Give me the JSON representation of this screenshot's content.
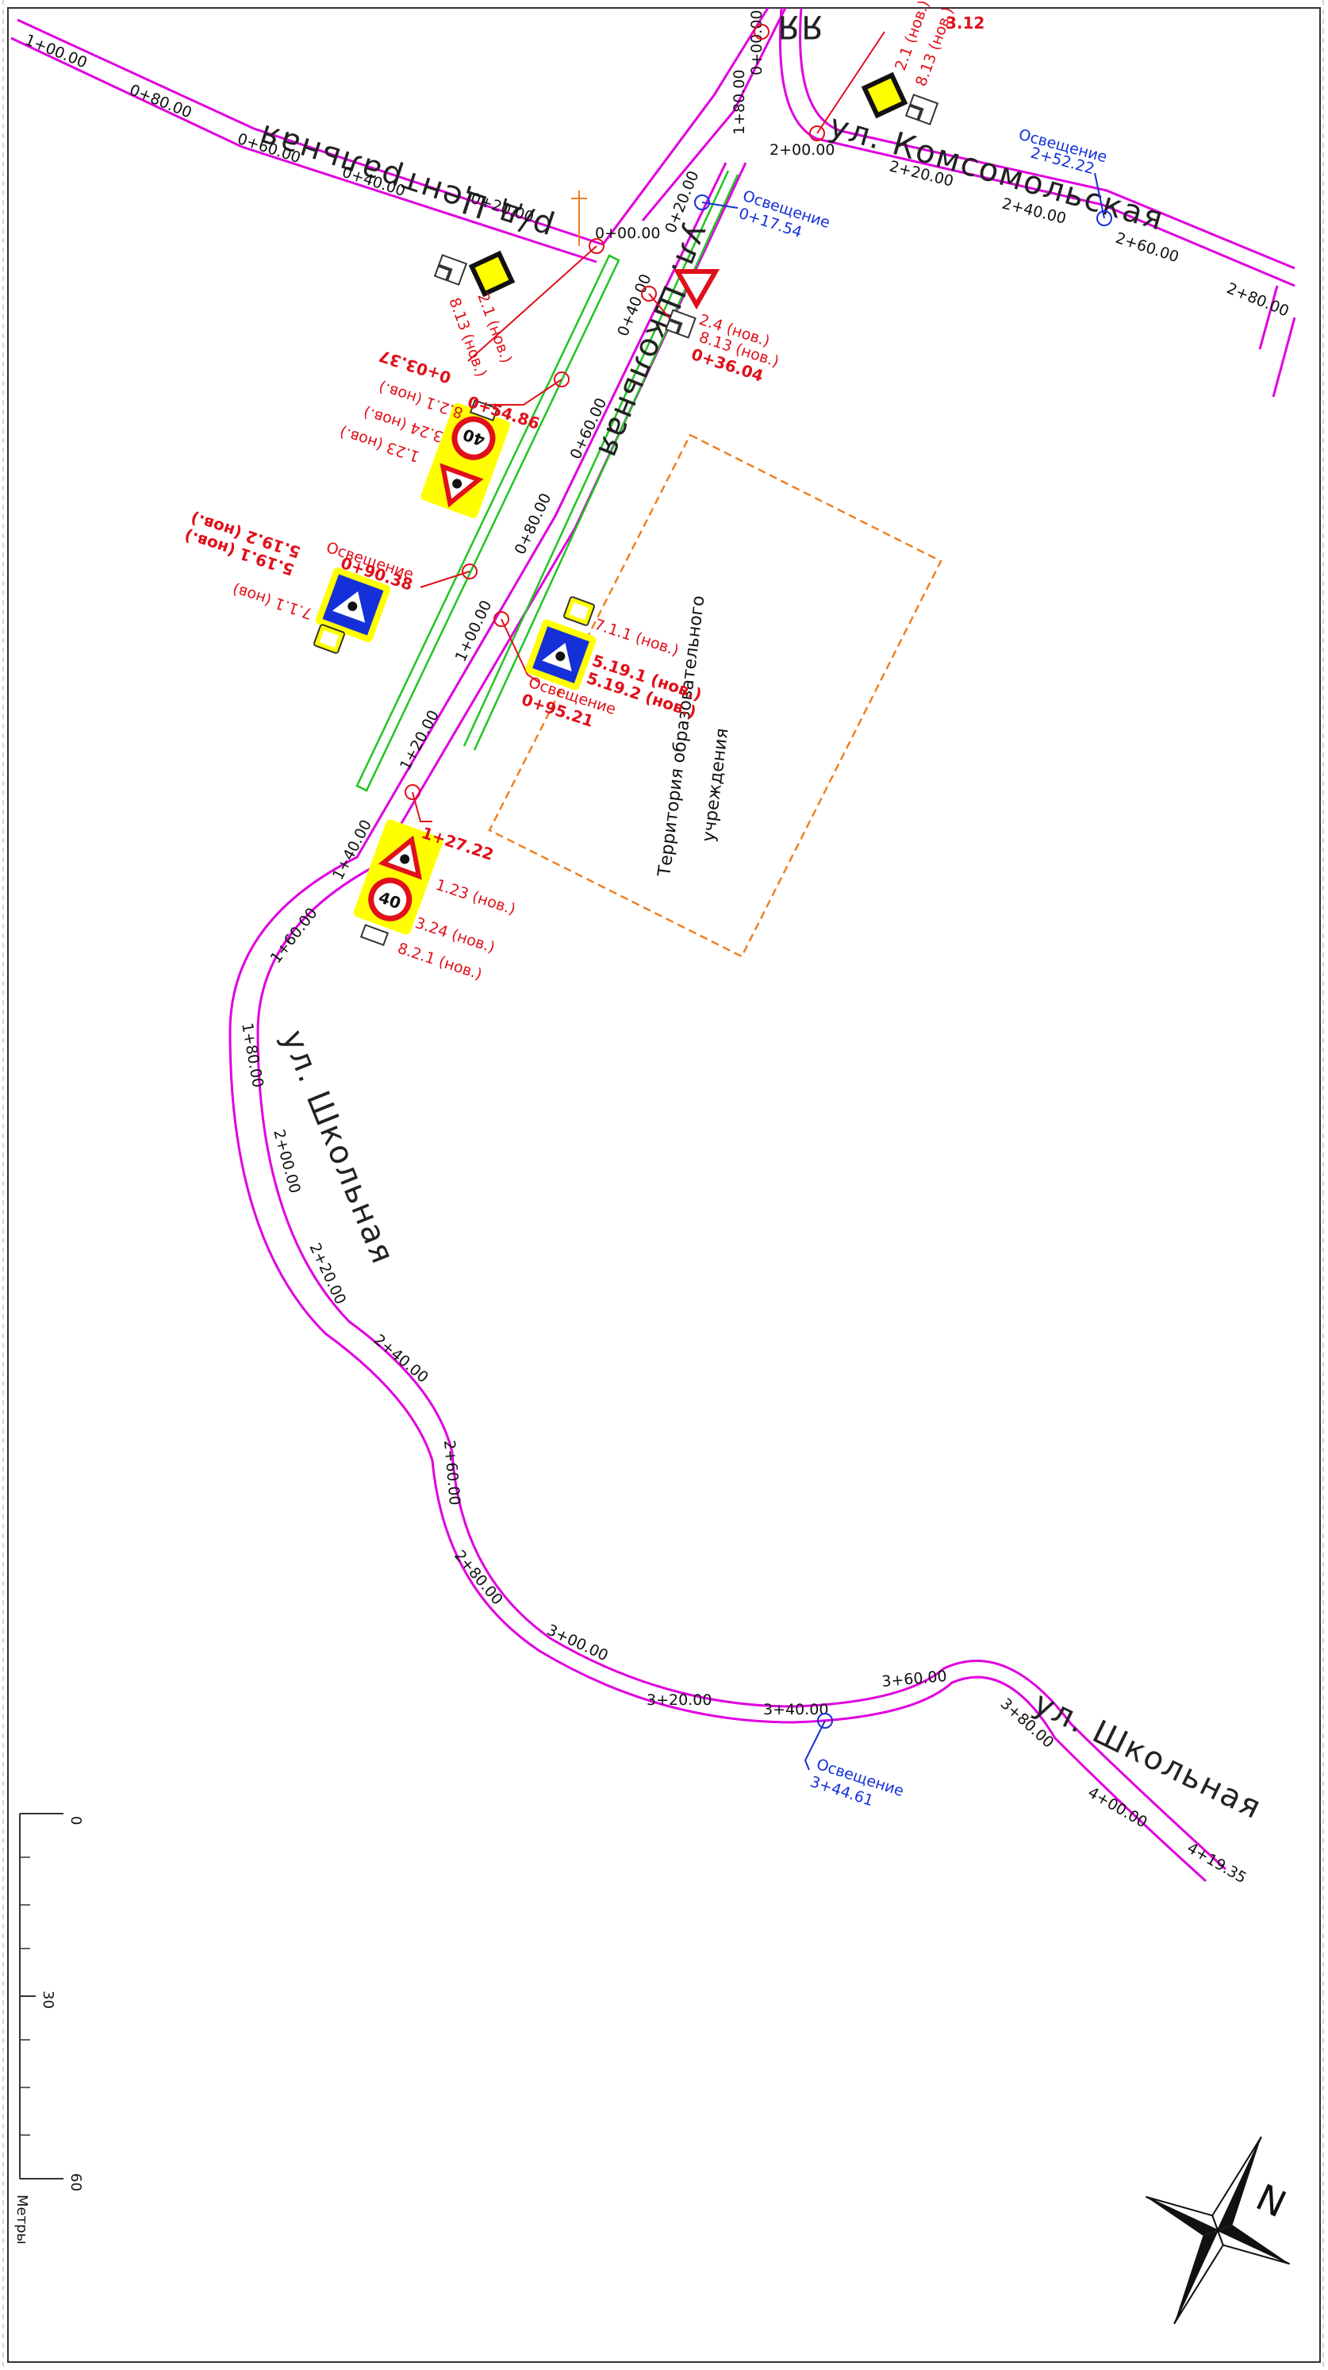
{
  "streets": {
    "tsentralnaya": "р/д Центральная",
    "komsomolskaya": "ул. Комсомольская",
    "shkolnaya_top": "ул. Школьная",
    "shkolnaya_mid": "ул. Школьная",
    "shkolnaya_bottom": "ул. Школьная"
  },
  "chainage": {
    "tsentralnaya": [
      "1+00.00",
      "0+80.00",
      "0+60.00",
      "0+40.00",
      "0+20.00",
      "0+00.00"
    ],
    "komsomolskaya": [
      "1+80.00",
      "0+00.00",
      "2+00.00",
      "2+20.00",
      "2+40.00",
      "2+60.00",
      "2+80.00"
    ],
    "shkolnaya": [
      "0+20.00",
      "0+40.00",
      "0+60.00",
      "0+80.00",
      "1+00.00",
      "1+20.00",
      "1+40.00",
      "1+60.00",
      "1+80.00",
      "2+00.00",
      "2+20.00",
      "2+40.00",
      "2+60.00",
      "2+80.00",
      "3+00.00",
      "3+20.00",
      "3+40.00",
      "3+60.00",
      "3+80.00",
      "4+00.00",
      "4+19.35"
    ]
  },
  "red_labels": {
    "sign_2_1_top": "2.1 (нов.)",
    "sign_8_13_top": "8.13 (нов.)",
    "pk_top_partial": "3.12",
    "sign_2_1_left": "2.1 (нов.)",
    "sign_8_13_left": "8.13 (нов.)",
    "pk_0_03_37": "0+03.37",
    "sign_2_4": "2.4 (нов.)",
    "sign_8_13_right": "8.13 (нов.)",
    "pk_0_36_04": "0+36.04",
    "pk_0_54_86": "0+54.86",
    "sign_8_2_1_a": "8.2.1 (нов.)",
    "sign_3_24_a": "3.24 (нов.)",
    "sign_1_23_a": "1.23 (нов.)",
    "lighting_0_90": "Освещение",
    "pk_0_90_38": "0+90.38",
    "sign_5_19_2_a": "5.19.2 (нов.)",
    "sign_5_19_1_a": "5.19.1 (нов.)",
    "sign_7_1_1_a": "7.1.1 (нов)",
    "sign_7_1_1_b": "7.1.1 (нов.)",
    "sign_5_19_1_b": "5.19.1 (нов.)",
    "sign_5_19_2_b": "5.19.2 (нов.)",
    "lighting_0_95": "Освещение",
    "pk_0_95_21": "0+95.21",
    "pk_1_27_22": "1+27.22",
    "sign_1_23_b": "1.23 (нов.)",
    "sign_3_24_b": "3.24 (нов.)",
    "sign_8_2_1_b": "8.2.1 (нов.)"
  },
  "blue_labels": {
    "lighting_a": "Освещение",
    "pk_0_17_54": "0+17.54",
    "lighting_b": "Освещение",
    "pk_2_52_22": "2+52.22",
    "lighting_c": "Освещение",
    "pk_3_44_61": "3+44.61"
  },
  "territory": {
    "line1": "Территория образовательного",
    "line2": "учреждения"
  },
  "speed_limit": "40",
  "scale": {
    "ticks": [
      "0",
      "30",
      "60"
    ],
    "unit": "Метры"
  },
  "north": "N",
  "colors": {
    "road": "#e000e0",
    "sidewalk": "#22c422",
    "signs": "#e0101a",
    "lighting": "#1530d8",
    "territory": "#f08020",
    "sign_background": "#ffff00"
  }
}
